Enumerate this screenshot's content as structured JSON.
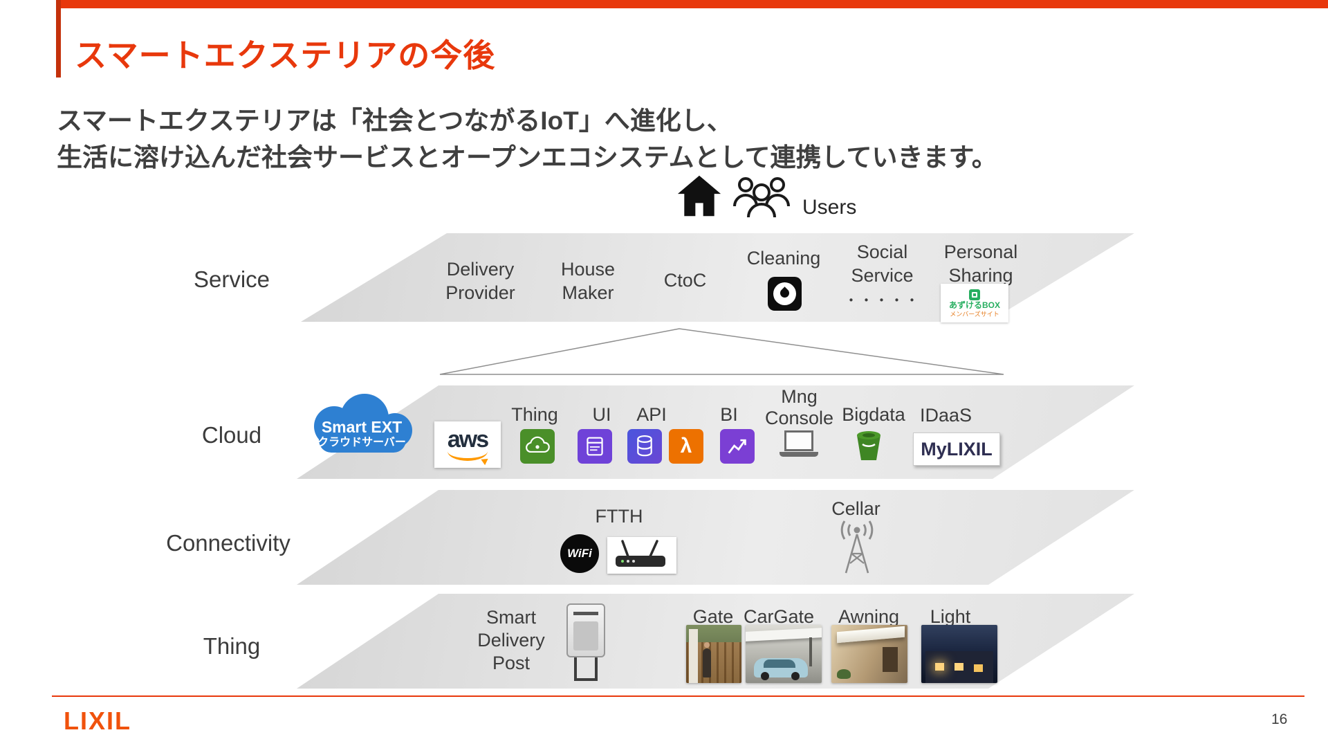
{
  "header": {
    "title": "スマートエクステリアの今後",
    "subtitle": "スマートエクステリアは「社会とつながるIoT」へ進化し、\n生活に溶け込んだ社会サービスとオープンエコシステムとして連携していきます。"
  },
  "users": {
    "label": "Users"
  },
  "service": {
    "label": "Service",
    "delivery_provider": "Delivery\nProvider",
    "house_maker": "House\nMaker",
    "ctoc": "CtoC",
    "cleaning": "Cleaning",
    "social_service": "Social\nService",
    "social_dots": "・・・・・",
    "personal_sharing": "Personal\nSharing",
    "azukeru_box": "あずけるBOX",
    "azukeru_sub": "メンバーズサイト"
  },
  "cloud": {
    "label": "Cloud",
    "server_name": "Smart EXT",
    "server_sub": "クラウドサーバー",
    "aws_logo": "aws",
    "thing": "Thing",
    "ui": "UI",
    "api": "API",
    "lambda_glyph": "λ",
    "bi": "BI",
    "mng_console": "Mng\nConsole",
    "bigdata": "Bigdata",
    "idaas": "IDaaS",
    "mylixil": "MyLIXIL"
  },
  "connectivity": {
    "label": "Connectivity",
    "ftth": "FTTH",
    "wifi": "WiFi",
    "cellar": "Cellar"
  },
  "thing": {
    "label": "Thing",
    "smart_delivery_post": "Smart\nDelivery\nPost",
    "gate": "Gate",
    "cargate": "CarGate",
    "awning": "Awning",
    "light": "Light"
  },
  "footer": {
    "logo": "LIXIL",
    "page_number": "16"
  },
  "colors": {
    "accent_red": "#E8380C",
    "text_gray": "#3F3F3F",
    "band_gray": "#E4E4E4",
    "aws_orange": "#FF9900",
    "cloud_blue": "#2E80D2",
    "lixil_orange": "#F0520C"
  }
}
